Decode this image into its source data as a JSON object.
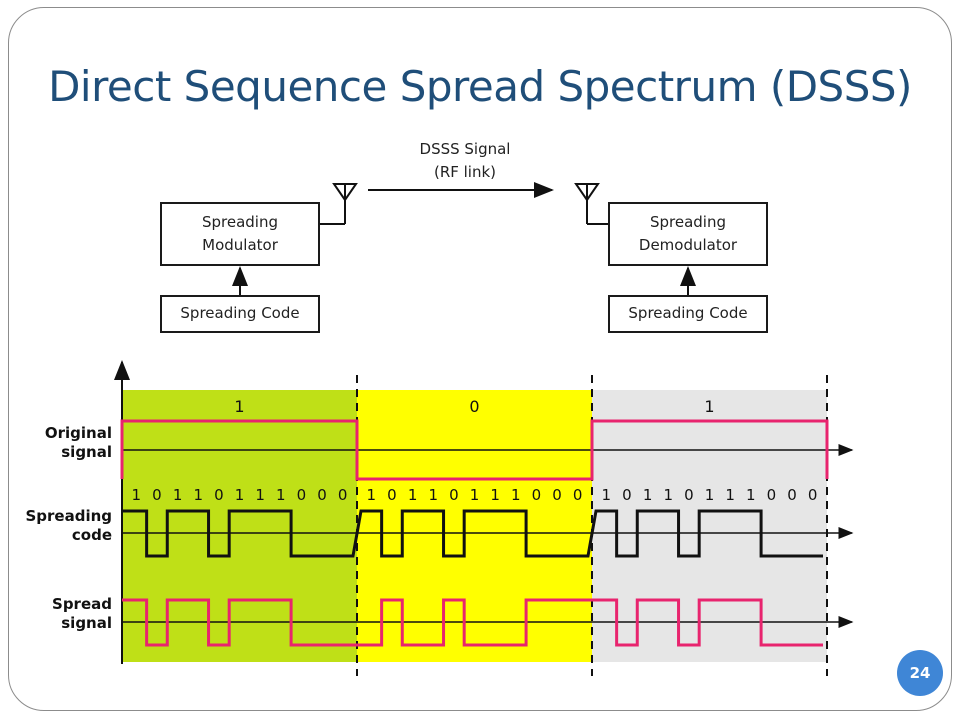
{
  "title": "Direct Sequence Spread Spectrum (DSSS)",
  "block_diagram": {
    "rf_link_label": "DSSS Signal\n(RF link)",
    "modulator": "Spreading\nModulator",
    "demodulator": "Spreading\nDemodulator",
    "tx_code": "Spreading Code",
    "rx_code": "Spreading Code"
  },
  "timing": {
    "data_bits": [
      "1",
      "0",
      "1"
    ],
    "chip_sequence": [
      1,
      0,
      1,
      1,
      0,
      1,
      1,
      1,
      0,
      0,
      0
    ],
    "chips_per_bit": 11,
    "labels": {
      "original": "Original\nsignal",
      "code": "Spreading\ncode",
      "spread": "Spread\nsignal"
    },
    "bit_colors": [
      "#bfe017",
      "#ffff00",
      "#e6e6e6"
    ],
    "signal_color": "#e8246e",
    "code_color": "#111111"
  },
  "page_number": "24"
}
